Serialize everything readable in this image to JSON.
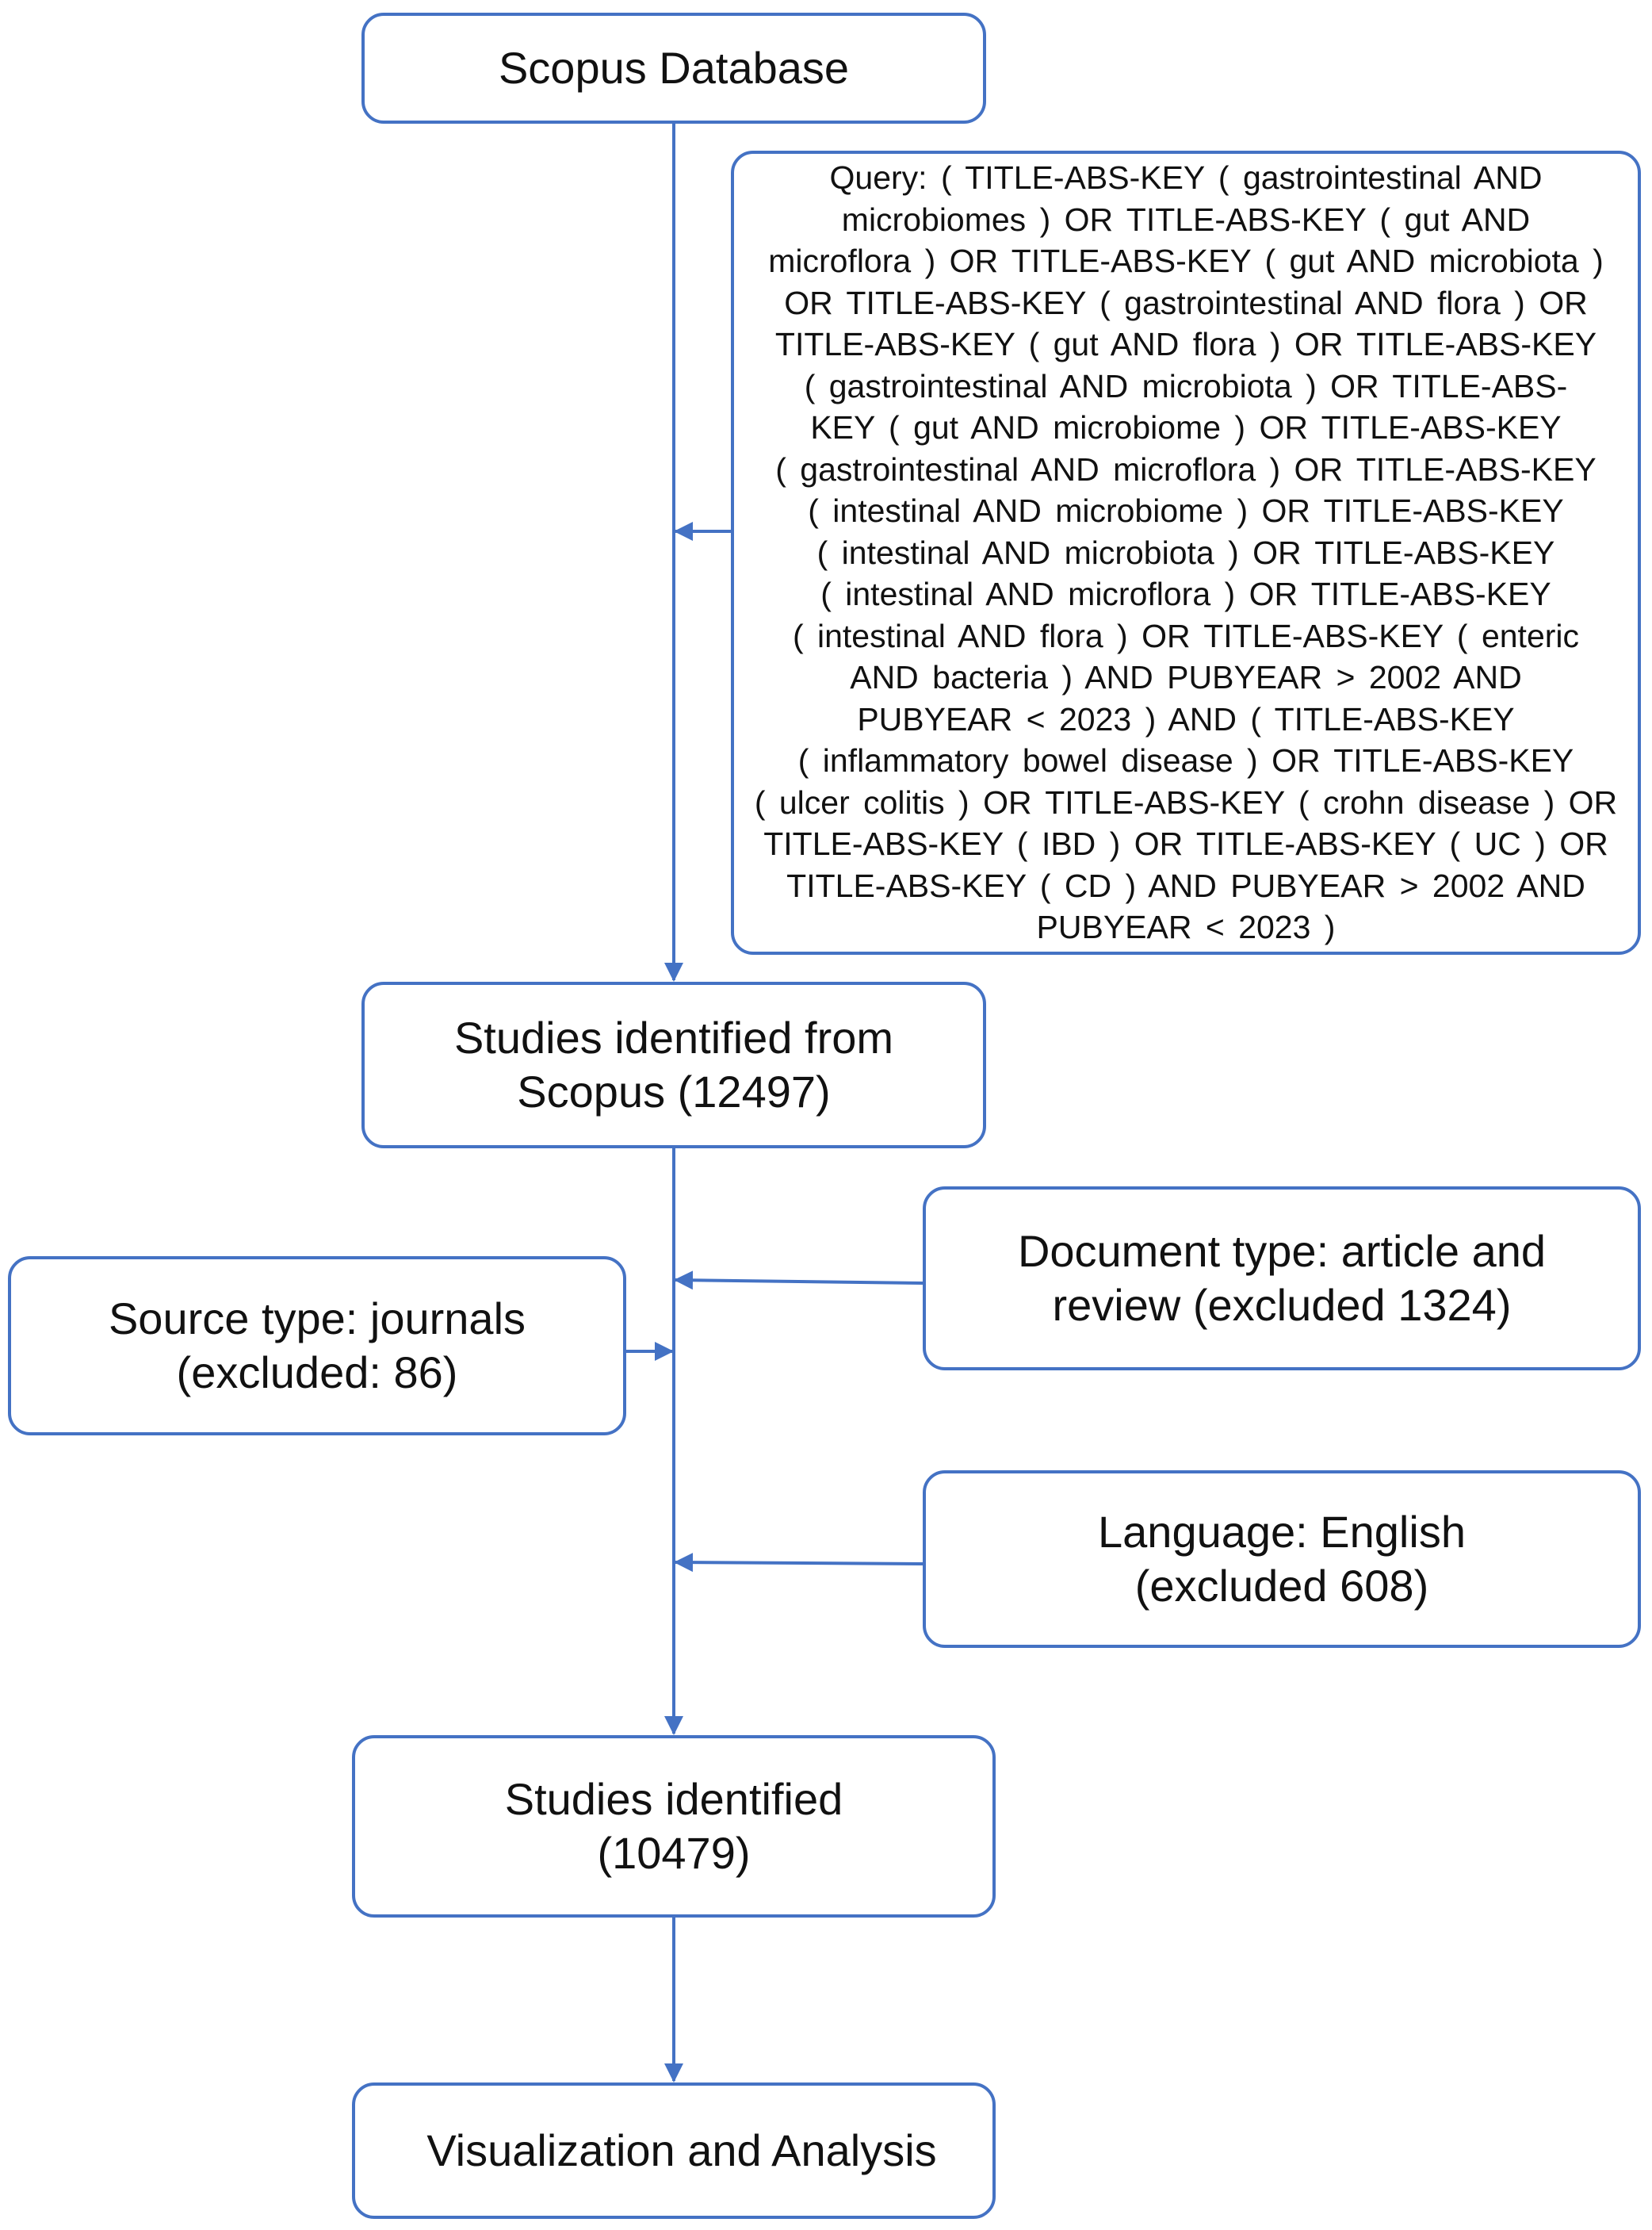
{
  "flowchart": {
    "colors": {
      "border": "#4472c4",
      "arrow": "#4472c4",
      "text": "#111111",
      "background": "#ffffff"
    },
    "nodes": {
      "scopus_database": "Scopus Database",
      "query": "Query: ( TITLE-ABS-KEY ( gastrointestinal  AND\nmicrobiomes )  OR  TITLE-ABS-KEY ( gut  AND\nmicroflora )  OR  TITLE-ABS-KEY ( gut  AND  microbiota )\nOR  TITLE-ABS-KEY ( gastrointestinal  AND  flora )  OR\nTITLE-ABS-KEY ( gut  AND  flora )  OR  TITLE-ABS-KEY\n( gastrointestinal  AND  microbiota )  OR  TITLE-ABS-\nKEY ( gut  AND  microbiome )  OR  TITLE-ABS-KEY\n( gastrointestinal  AND  microflora )  OR  TITLE-ABS-KEY\n( intestinal  AND  microbiome )  OR  TITLE-ABS-KEY\n( intestinal  AND  microbiota )  OR  TITLE-ABS-KEY\n( intestinal  AND  microflora )  OR  TITLE-ABS-KEY\n( intestinal  AND  flora )  OR  TITLE-ABS-KEY ( enteric\nAND  bacteria )  AND  PUBYEAR  >  2002  AND\nPUBYEAR  <  2023 )  AND  ( TITLE-ABS-KEY\n( inflammatory bowel disease )  OR  TITLE-ABS-KEY\n( ulcer colitis ) OR  TITLE-ABS-KEY ( crohn disease ) OR\nTITLE-ABS-KEY ( IBD ) OR  TITLE-ABS-KEY ( UC ) OR\nTITLE-ABS-KEY ( CD ) AND  PUBYEAR  >  2002  AND\nPUBYEAR  <  2023 )",
      "studies_from_scopus": "Studies identified from\nScopus (12497)",
      "document_type": "Document type: article and\nreview (excluded 1324)",
      "source_type": "Source type: journals\n(excluded: 86)",
      "language": "Language: English\n(excluded 608)",
      "studies_identified": "Studies identified\n(10479)",
      "visualization": "Visualization and Analysis"
    }
  }
}
